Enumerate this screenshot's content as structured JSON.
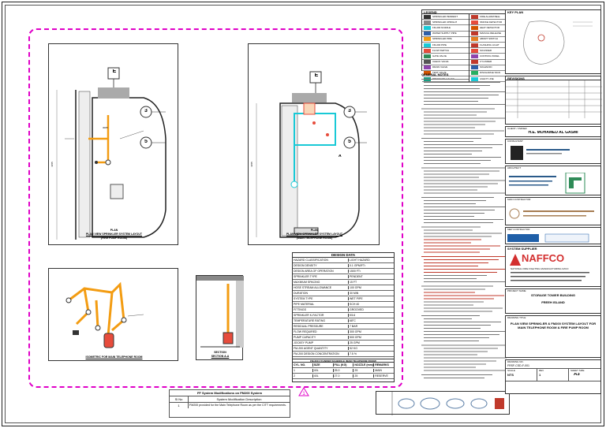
{
  "sheet": {
    "accent": "#e000c8",
    "pipe_color": "#f39c12",
    "cyan": "#19c9d6"
  },
  "plans": {
    "plan1": {
      "caption_line1": "PLAN",
      "caption_line2": "PLAN VIEW SPRINKLER SYSTEM LAYOUT",
      "caption_line3": "(FIRE PUMP ROOM)",
      "dim_h": "3065",
      "dim_v": "4155",
      "grid_e": "E",
      "grid_3": "3",
      "grid_5": "5"
    },
    "plan2": {
      "caption_line1": "PLAN",
      "caption_line2": "PLAN VIEW SPRINKLER SYSTEM LAYOUT",
      "caption_line3": "(MAIN TELEPHONE ROOM)",
      "dim_v": "4155",
      "grid_e": "E",
      "grid_3": "3",
      "grid_5": "5",
      "label_a": "A"
    },
    "iso": {
      "caption": "ISOMETRIC FOR MAIN TELEPHONE ROOM"
    },
    "section": {
      "caption_line1": "SECTION",
      "caption_line2": "SECTION A-A"
    }
  },
  "design_data": {
    "title": "DESIGN DATA",
    "rows": [
      [
        "HAZARD CLASSIFICATION",
        "LIGHT HAZARD"
      ],
      [
        "DESIGN DENSITY",
        "0.1 GPM/FT²"
      ],
      [
        "DESIGN AREA OF OPERATION",
        "1500 FT²"
      ],
      [
        "SPRINKLER TYPE",
        "PENDENT"
      ],
      [
        "MAXIMUM SPACING",
        "15 FT"
      ],
      [
        "HOSE STREAM ALLOWANCE",
        "100 GPM"
      ],
      [
        "DURATION",
        "30 MIN"
      ],
      [
        "SYSTEM TYPE",
        "WET PIPE"
      ],
      [
        "PIPE MATERIAL",
        "SCH 40"
      ],
      [
        "FITTINGS",
        "GROOVED"
      ],
      [
        "SPRINKLER K-FACTOR",
        "K5.6"
      ],
      [
        "TEMPERATURE RATING",
        "68°C"
      ],
      [
        "RESIDUAL PRESSURE",
        "7 BAR"
      ],
      [
        "FLOW REQUIRED",
        "300 GPM"
      ],
      [
        "PUMP CAPACITY",
        "500 GPM"
      ],
      [
        "JOCKEY PUMP",
        "25 GPM"
      ],
      [
        "FM-200 AGENT QUANTITY",
        "52 KG"
      ],
      [
        "FM-200 DESIGN CONCENTRATION",
        "7.5 %"
      ]
    ],
    "schedule_title": "FM-200 CYLINDER SCHEDULE (MAIN TELEPHONE ROOM)",
    "schedule_headers": [
      "CYL. NO.",
      "SIZE",
      "FILL (KG)",
      "NOZZLE (mm)",
      "REMARKS"
    ],
    "schedule_rows": [
      [
        "1",
        "40L",
        "25.0",
        "25",
        "MAIN"
      ],
      [
        "2",
        "40L",
        "27.0",
        "25",
        "RESERVE"
      ]
    ]
  },
  "modification": {
    "title": "FF System Modifications on FM200 System",
    "headers": [
      "Sl No",
      "System Modification Description"
    ],
    "rows": [
      [
        "1",
        "FM200 provided for the Main Telephone Room as per the CITT requirements."
      ]
    ]
  },
  "legend": {
    "title": "LEGEND",
    "items": [
      "SPRINKLER PENDENT",
      "SPRINKLER UPRIGHT",
      "FM-200 NOZZLE",
      "WATER SUPPLY PIPE",
      "SPRINKLER PIPE",
      "FM-200 PIPE",
      "FLOW SWITCH",
      "GATE VALVE",
      "CHECK VALVE",
      "DRAIN VALVE",
      "TEST VALVE",
      "PRESSURE GAUGE"
    ],
    "items_right": [
      "FIRE ALARM BELL",
      "SMOKE DETECTOR",
      "HEAT DETECTOR",
      "MANUAL RELEASE",
      "ABORT SWITCH",
      "FLASHING LIGHT",
      "SOUNDER",
      "CONTROL PANEL",
      "CYLINDER",
      "SOLENOID",
      "DISCHARGE SIGN",
      "AGENT LINE"
    ]
  },
  "general_notes_title": "GENERAL NOTES",
  "key_plan": {
    "title": "KEY PLAN"
  },
  "title_block": {
    "revision_title": "REVISIONS",
    "consultant_label": "CONSULTANT",
    "owner": "H.E. MOHAMED AL GASMI",
    "owner_label": "CLIENT / OWNER",
    "architect_label": "ARCHITECT",
    "contractor_label": "MAIN CONTRACTOR",
    "mep_label": "MEP CONTRACTOR",
    "supplier_label": "SYSTEM SUPPLIER",
    "supplier_name": "NAFFCO",
    "supplier_sub": "NATIONAL FIRE FIGHTING MANUFACTURING FZCO",
    "project_label": "PROJECT NAME",
    "project": "STORAGE TOWER BUILDING",
    "location": "FREEH ISLAND",
    "drawing_title_label": "DRAWING TITLE",
    "drawing_title": "PLAN VIEW SPRINKLER & FM200 SYSTEM LAYOUT FOR MAIN TELEPHONE ROOM & FIRE PUMP ROOM",
    "drawing_no_label": "DRAWING NO.",
    "drawing_no": "FRSF-CSD-F-001",
    "scale_label": "SCALE",
    "scale": "NTS",
    "sheet_label": "SHEET SIZE",
    "sheet": "A3",
    "rev_label": "REV",
    "rev": "1"
  }
}
